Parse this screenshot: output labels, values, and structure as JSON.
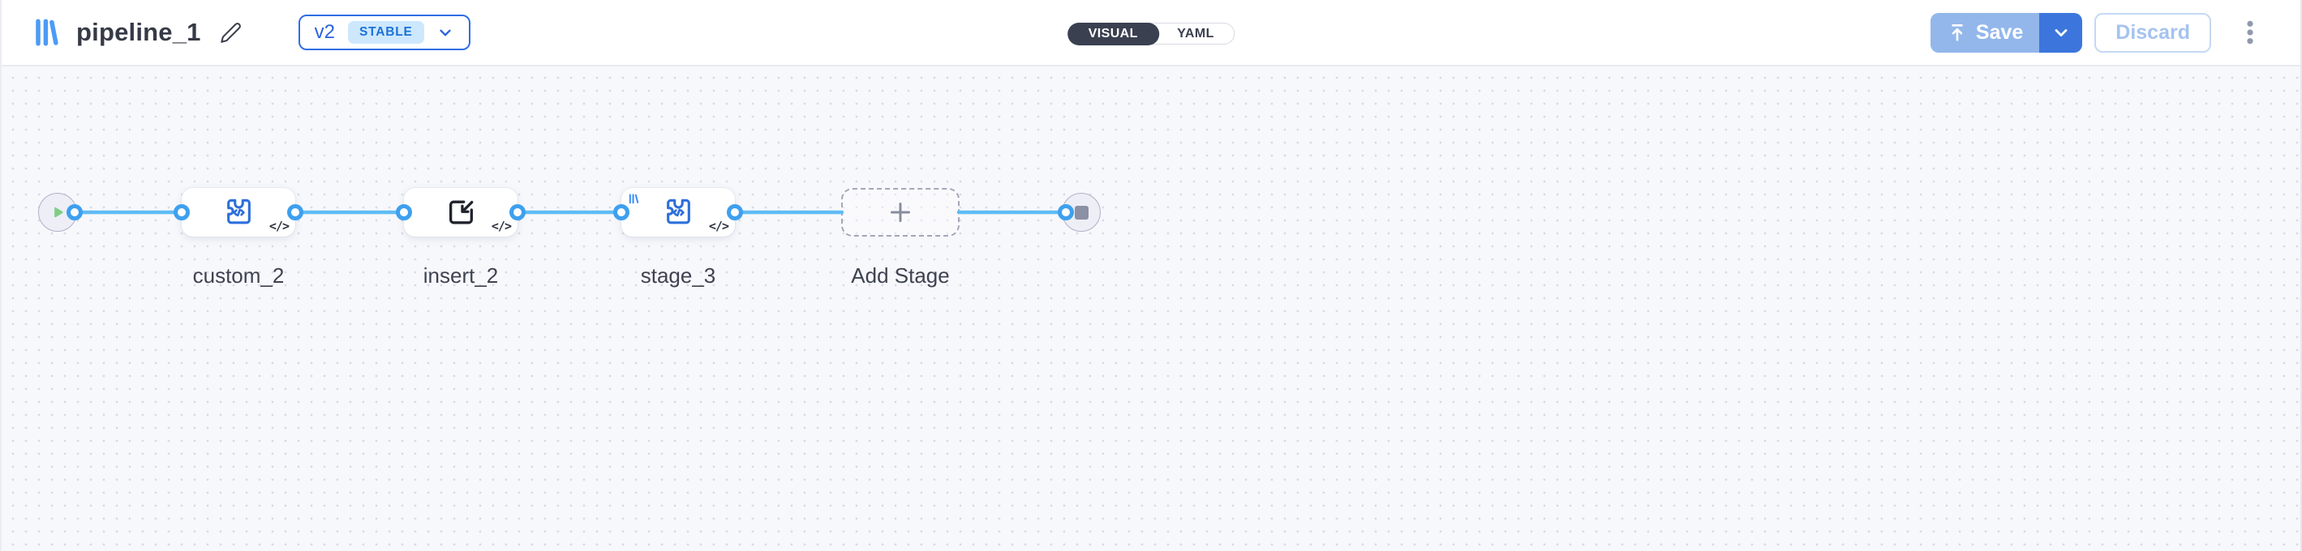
{
  "header": {
    "logo_icon": "library-icon",
    "title": "pipeline_1",
    "edit_icon": "pencil-icon",
    "version_selector": {
      "version": "v2",
      "status_badge": "STABLE",
      "chevron_icon": "chevron-down-icon"
    },
    "mode_toggle": {
      "visual": "VISUAL",
      "yaml": "YAML",
      "selected": "VISUAL"
    },
    "save_button": "Save",
    "save_icon": "upload-icon",
    "discard_button": "Discard",
    "overflow_menu_icon": "kebab-menu-icon"
  },
  "canvas": {
    "start_node": {
      "icon": "play-icon"
    },
    "stages": [
      {
        "label": "custom_2",
        "icon": "puzzle-code-icon",
        "corner_glyph": "</>"
      },
      {
        "label": "insert_2",
        "icon": "import-icon",
        "corner_glyph": "</>"
      },
      {
        "label": "stage_3",
        "icon": "puzzle-code-icon",
        "corner_glyph": "</>",
        "badge_icon": "library-icon"
      }
    ],
    "add_stage": {
      "label": "Add Stage",
      "icon": "plus-icon"
    },
    "end_node": {
      "icon": "stop-icon"
    }
  },
  "colors": {
    "accent_blue": "#2D6FDB",
    "version_border": "#2F6FE4",
    "stable_badge_bg": "#CDE8FD",
    "stable_badge_text": "#1B72D6",
    "toggle_selected_bg": "#3A4050",
    "save_disabled_bg": "#93B7EB",
    "save_caret_bg": "#3C76DC",
    "discard_text": "#A5C3F0",
    "connector_line": "#5FBCF5",
    "connector_dot": "#3EA0EF",
    "play_green": "#7ECD84",
    "terminal_fill": "#EDEEF6",
    "canvas_bg": "#F7F8FC"
  }
}
